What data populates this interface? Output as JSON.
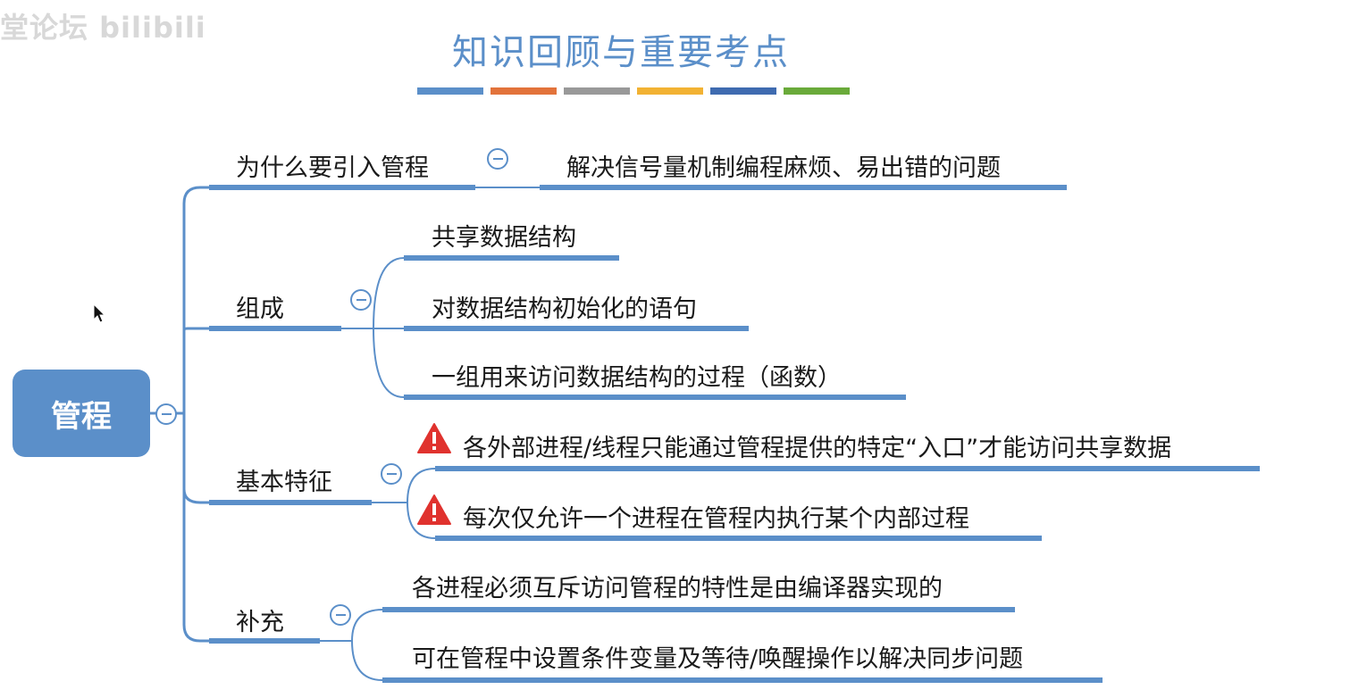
{
  "watermark": "堂论坛 bilibili",
  "title": "知识回顾与重要考点",
  "colors": {
    "accent": "#5b8fc9",
    "warning": "#e0322e",
    "bars": [
      "#5b8fc9",
      "#e2733b",
      "#999999",
      "#f2b233",
      "#3f6bb0",
      "#6aaa3a"
    ]
  },
  "root": {
    "label": "管程"
  },
  "branches": [
    {
      "label": "为什么要引入管程",
      "children": [
        "解决信号量机制编程麻烦、易出错的问题"
      ]
    },
    {
      "label": "组成",
      "children": [
        "共享数据结构",
        "对数据结构初始化的语句",
        "一组用来访问数据结构的过程（函数）"
      ]
    },
    {
      "label": "基本特征",
      "children": [
        "各外部进程/线程只能通过管程提供的特定“入口”才能访问共享数据",
        "每次仅允许一个进程在管程内执行某个内部过程"
      ]
    },
    {
      "label": "补充",
      "children": [
        "各进程必须互斥访问管程的特性是由编译器实现的",
        "可在管程中设置条件变量及等待/唤醒操作以解决同步问题"
      ]
    }
  ],
  "icons": {
    "collapse": "collapse-minus-icon",
    "warning": "warning-triangle-icon",
    "cursor": "mouse-cursor-icon"
  }
}
